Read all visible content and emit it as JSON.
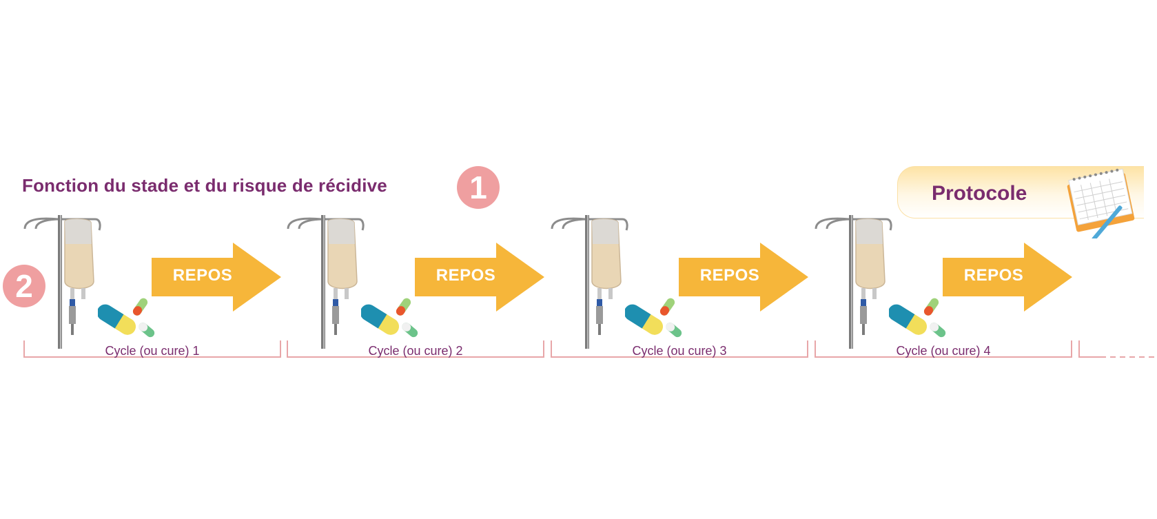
{
  "header": {
    "title": "Fonction du stade et du risque de récidive",
    "badge_1": "1",
    "badge_2": "2"
  },
  "protocol": {
    "label": "Protocole",
    "icon": "calendar-icon"
  },
  "cycles": [
    {
      "label": "Cycle (ou cure) 1",
      "arrow_label": "REPOS"
    },
    {
      "label": "Cycle (ou cure) 2",
      "arrow_label": "REPOS"
    },
    {
      "label": "Cycle (ou cure) 3",
      "arrow_label": "REPOS"
    },
    {
      "label": "Cycle (ou cure) 4",
      "arrow_label": "REPOS"
    }
  ],
  "icons": {
    "infusion": "iv-drip-icon",
    "pills": "pills-icon",
    "arrow": "arrow-right-icon"
  },
  "colors": {
    "title": "#7a2c6e",
    "badge": "#ef9fa0",
    "arrow": "#f6b63a",
    "bracket": "#e8a6a8",
    "protocol_bg": "#fde3a5"
  }
}
